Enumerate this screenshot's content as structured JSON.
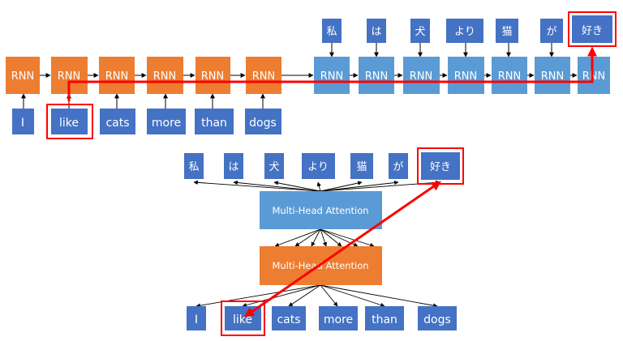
{
  "top": {
    "encoder_cell_label": "RNN",
    "decoder_cell_label": "RNN",
    "inputs": [
      "I",
      "like",
      "cats",
      "more",
      "than",
      "dogs"
    ],
    "outputs": [
      "私",
      "は",
      "犬",
      "より",
      "猫",
      "が",
      "好き"
    ]
  },
  "bottom": {
    "outputs": [
      "私",
      "は",
      "犬",
      "より",
      "猫",
      "が",
      "好き"
    ],
    "decoder_attention_label": "Multi-Head Attention",
    "encoder_attention_label": "Multi-Head Attention",
    "inputs": [
      "I",
      "like",
      "cats",
      "more",
      "than",
      "dogs"
    ]
  },
  "highlight": {
    "input_word": "like",
    "output_word": "好き"
  },
  "colors": {
    "encoder": "#ED7D31",
    "decoder": "#5B9BD5",
    "token": "#4472C4",
    "highlight": "#FF0000",
    "arrow": "#000000"
  }
}
